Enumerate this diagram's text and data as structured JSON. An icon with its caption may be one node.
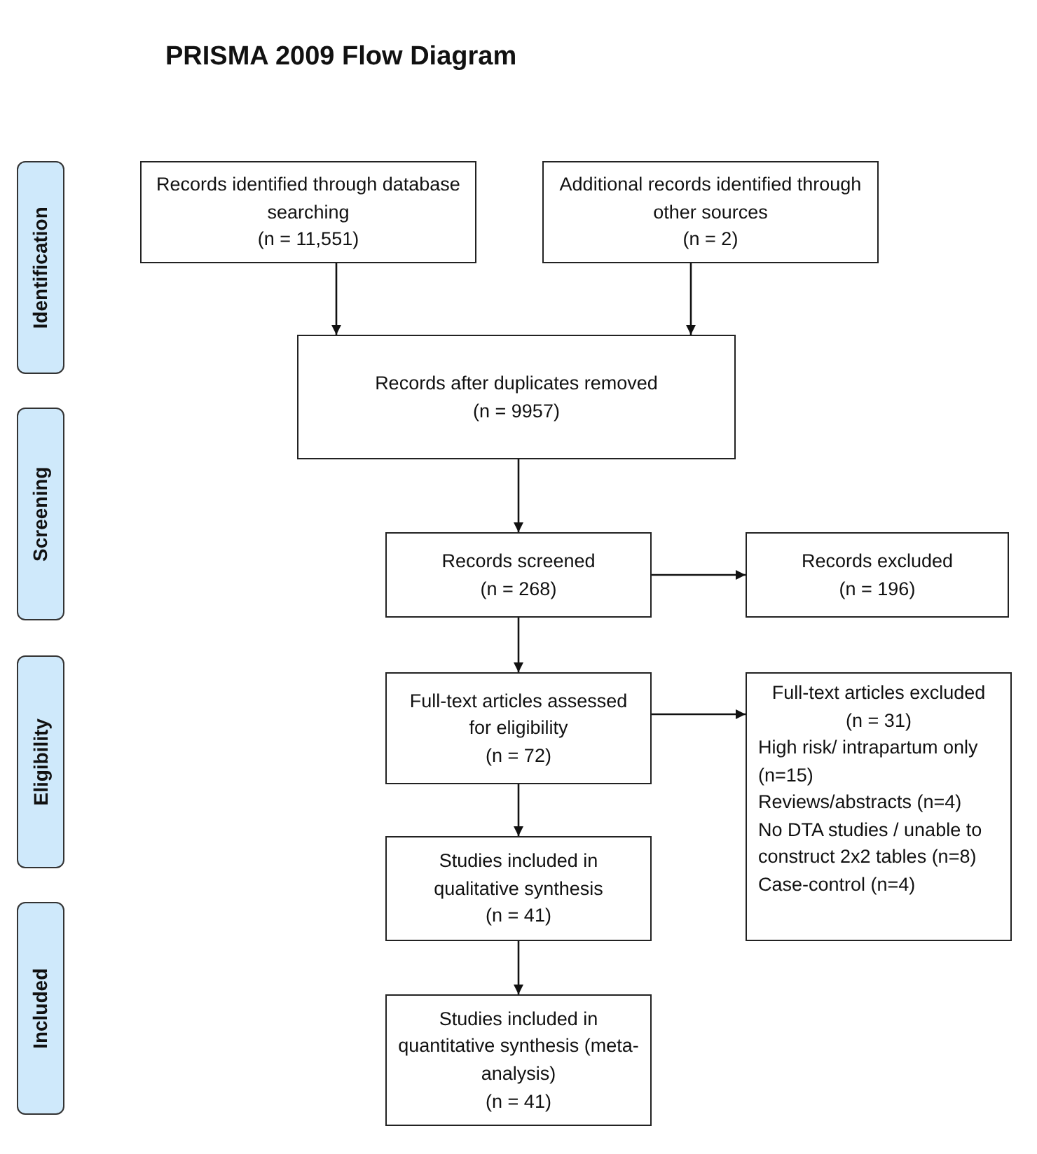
{
  "diagram": {
    "title": "PRISMA 2009 Flow Diagram",
    "nodes": [
      {
        "text": [
          "Identification"
        ]
      },
      {
        "text": [
          "Screening"
        ]
      },
      {
        "text": [
          "Eligibility"
        ]
      },
      {
        "text": [
          "Included"
        ]
      },
      {
        "text": [
          "Records identified through database searching",
          "(n = 11,551)"
        ]
      },
      {
        "text": [
          "Additional records identified through other sources",
          "(n = 2)"
        ]
      },
      {
        "text": [
          "Records after duplicates removed",
          "(n = 9957)"
        ]
      },
      {
        "text": [
          "Records screened",
          "(n = 268)"
        ]
      },
      {
        "text": [
          "Records excluded",
          "(n = 196)"
        ]
      },
      {
        "text": [
          "Full-text articles assessed for eligibility",
          "(n = 72)"
        ]
      },
      {
        "text": [
          "Full-text articles excluded",
          "(n = 31)",
          "High risk/ intrapartum only (n=15)",
          "Reviews/abstracts (n=4)",
          "No DTA studies / unable to construct 2x2 tables (n=8)",
          "Case-control (n=4)"
        ]
      },
      {
        "text": [
          "Studies included in qualitative synthesis",
          "(n = 41)"
        ]
      },
      {
        "text": [
          "Studies included in quantitative synthesis (meta-analysis)",
          "(n = 41)"
        ]
      }
    ],
    "edges": [
      {
        "from": 4,
        "to": 6,
        "arrow": "to"
      },
      {
        "from": 5,
        "to": 6,
        "arrow": "to"
      },
      {
        "from": 6,
        "to": 7,
        "arrow": "to"
      },
      {
        "from": 7,
        "to": 8,
        "arrow": "to"
      },
      {
        "from": 7,
        "to": 9,
        "arrow": "to"
      },
      {
        "from": 9,
        "to": 10,
        "arrow": "to"
      },
      {
        "from": 9,
        "to": 11,
        "arrow": "to"
      },
      {
        "from": 11,
        "to": 12,
        "arrow": "to"
      }
    ]
  }
}
